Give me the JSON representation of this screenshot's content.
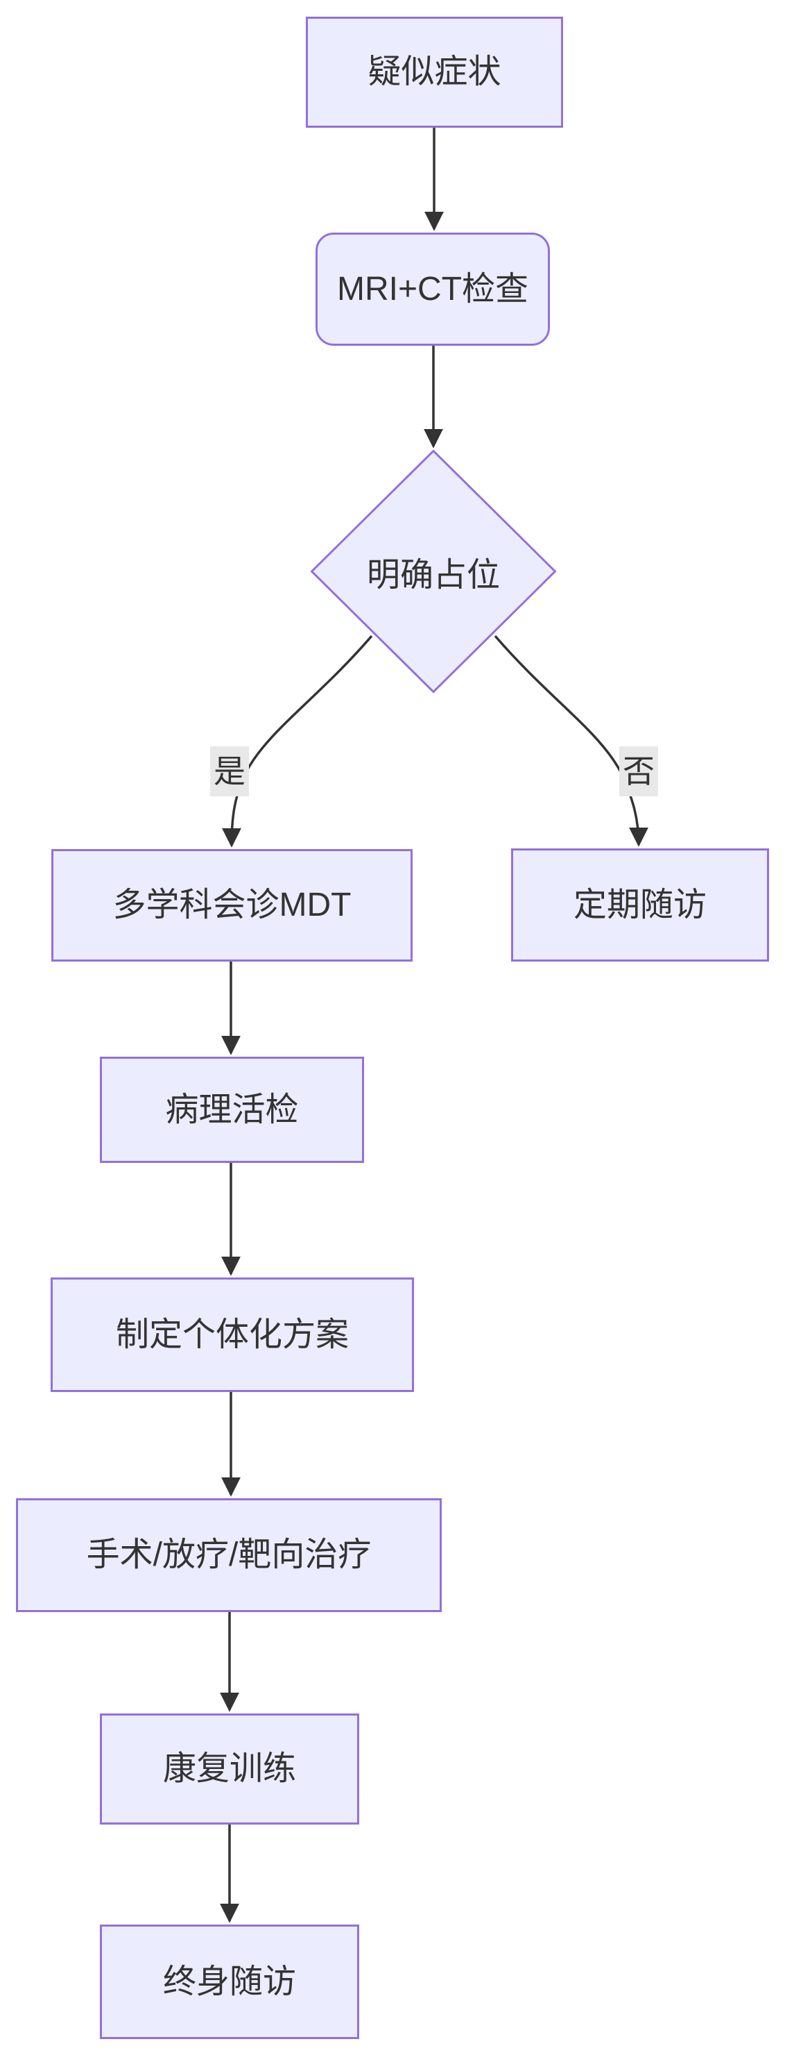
{
  "diagram": {
    "type": "flowchart",
    "direction": "top-down",
    "nodes": [
      {
        "id": "A",
        "label": "疑似症状",
        "shape": "rectangle"
      },
      {
        "id": "B",
        "label": "MRI+CT检查",
        "shape": "rounded-rectangle"
      },
      {
        "id": "C",
        "label": "明确占位",
        "shape": "diamond"
      },
      {
        "id": "D",
        "label": "多学科会诊MDT",
        "shape": "rectangle"
      },
      {
        "id": "E",
        "label": "定期随访",
        "shape": "rectangle"
      },
      {
        "id": "F",
        "label": "病理活检",
        "shape": "rectangle"
      },
      {
        "id": "G",
        "label": "制定个体化方案",
        "shape": "rectangle"
      },
      {
        "id": "H",
        "label": "手术/放疗/靶向治疗",
        "shape": "rectangle"
      },
      {
        "id": "I",
        "label": "康复训练",
        "shape": "rectangle"
      },
      {
        "id": "J",
        "label": "终身随访",
        "shape": "rectangle"
      }
    ],
    "edges": [
      {
        "from": "A",
        "to": "B",
        "label": ""
      },
      {
        "from": "B",
        "to": "C",
        "label": ""
      },
      {
        "from": "C",
        "to": "D",
        "label": "是"
      },
      {
        "from": "C",
        "to": "E",
        "label": "否"
      },
      {
        "from": "D",
        "to": "F",
        "label": ""
      },
      {
        "from": "F",
        "to": "G",
        "label": ""
      },
      {
        "from": "G",
        "to": "H",
        "label": ""
      },
      {
        "from": "H",
        "to": "I",
        "label": ""
      },
      {
        "from": "I",
        "to": "J",
        "label": ""
      }
    ],
    "colors": {
      "node_fill": "#ECECFF",
      "node_border": "#9370DB",
      "edge_stroke": "#333333",
      "edge_label_bg": "#E8E8E8",
      "text": "#333333",
      "background": "#FFFFFF"
    }
  }
}
